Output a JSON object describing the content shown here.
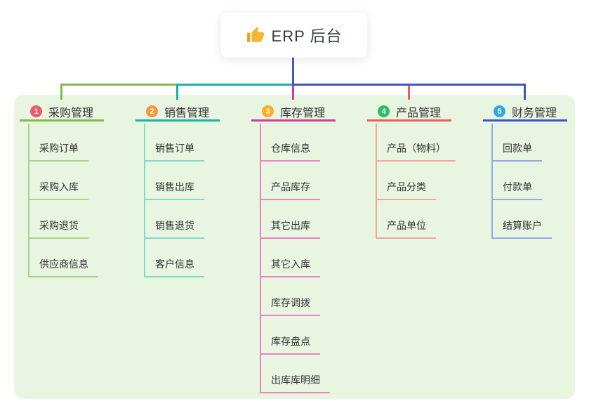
{
  "root": {
    "title": "ERP 后台",
    "icon": "thumbs-up",
    "icon_color": "#f5b52e",
    "connector_color": "#4254cf"
  },
  "panel_color": "#e7f5e1",
  "branches": [
    {
      "num": "1",
      "label": "采购管理",
      "badge_color": "#f1546f",
      "line_color": "#82bb47",
      "light_color": "#abd289",
      "children": [
        "采购订单",
        "采购入库",
        "采购退货",
        "供应商信息"
      ]
    },
    {
      "num": "2",
      "label": "销售管理",
      "badge_color": "#f8963f",
      "line_color": "#17b3a6",
      "light_color": "#82d8cb",
      "children": [
        "销售订单",
        "销售出库",
        "销售退货",
        "客户信息"
      ]
    },
    {
      "num": "3",
      "label": "库存管理",
      "badge_color": "#ffad24",
      "line_color": "#d53a9e",
      "light_color": "#ee82c3",
      "children": [
        "仓库信息",
        "产品库存",
        "其它出库",
        "其它入库",
        "库存调拨",
        "库存盘点",
        "出库库明细"
      ]
    },
    {
      "num": "4",
      "label": "产品管理",
      "badge_color": "#2ebe62",
      "line_color": "#f25b5b",
      "light_color": "#f9a3a0",
      "children": [
        "产品（物料）",
        "产品分类",
        "产品单位"
      ]
    },
    {
      "num": "5",
      "label": "财务管理",
      "badge_color": "#2fa9e0",
      "line_color": "#4053ce",
      "light_color": "#94a8e8",
      "children": [
        "回款单",
        "付款单",
        "结算账户"
      ]
    }
  ]
}
